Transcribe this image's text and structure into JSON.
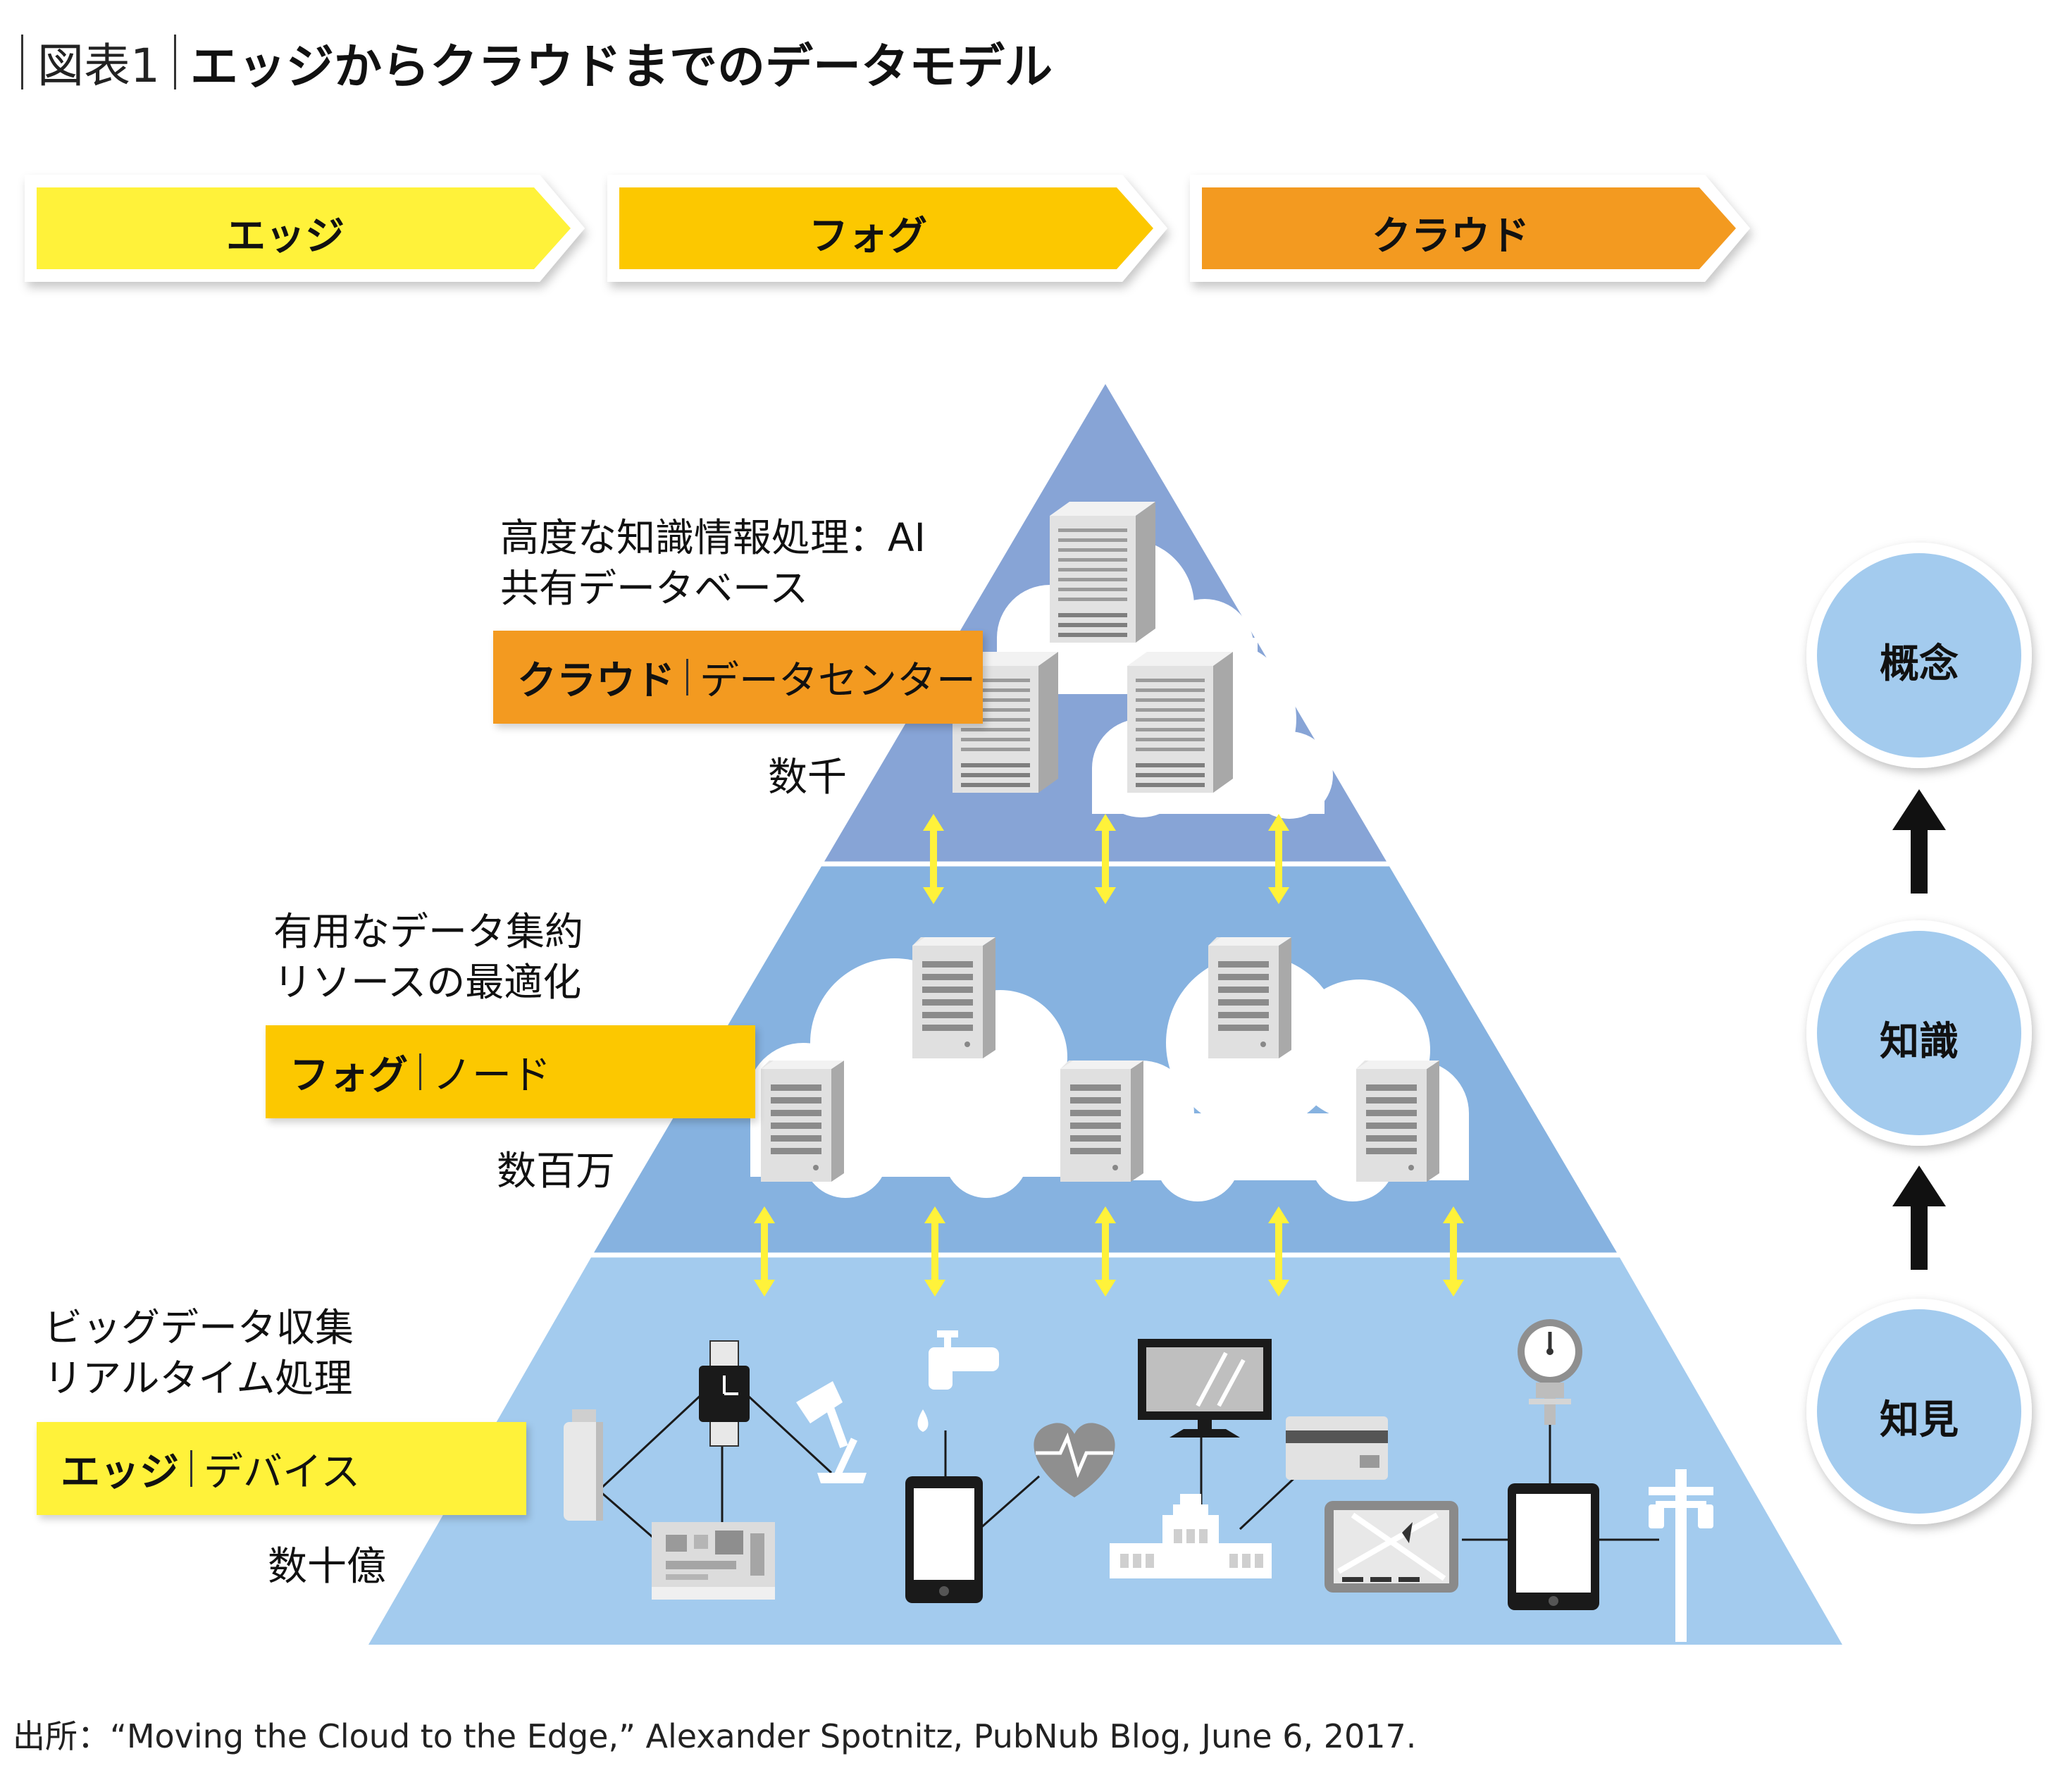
{
  "title": {
    "label": "図表1",
    "main": "エッジからクラウドまでのデータモデル"
  },
  "stages": [
    {
      "label": "エッジ",
      "color": "#fff23a"
    },
    {
      "label": "フォグ",
      "color": "#fcc800"
    },
    {
      "label": "クラウド",
      "color": "#f39a20"
    }
  ],
  "tiers": {
    "cloud": {
      "desc_line1": "高度な知識情報処理：AI",
      "desc_line2": "共有データベース",
      "tag_bold": "クラウド",
      "tag_text": "データセンター",
      "count": "数千",
      "color": "#f39a20"
    },
    "fog": {
      "desc_line1": "有用なデータ集約",
      "desc_line2": "リソースの最適化",
      "tag_bold": "フォグ",
      "tag_text": "ノード",
      "count": "数百万",
      "color": "#fcc800"
    },
    "edge": {
      "desc_line1": "ビッグデータ収集",
      "desc_line2": "リアルタイム処理",
      "tag_bold": "エッジ",
      "tag_text": "デバイス",
      "count": "数十億",
      "color": "#fff23a"
    }
  },
  "pyramid_colors": {
    "top": "#87a4d6",
    "middle": "#86b2e0",
    "bottom": "#a3cbee"
  },
  "hierarchy": [
    "概念",
    "知識",
    "知見"
  ],
  "source": "出所：“Moving the Cloud to the Edge,” Alexander Spotnitz, PubNub Blog, June 6, 2017."
}
